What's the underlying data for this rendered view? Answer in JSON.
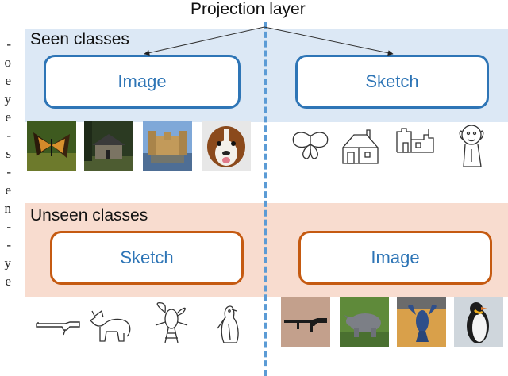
{
  "title": "Projection layer",
  "edge_text": [
    "-",
    "o",
    "e",
    "y",
    "e",
    "-",
    "s",
    "-",
    "e",
    "n",
    "-",
    "-",
    "y",
    "e"
  ],
  "seen": {
    "label": "Seen classes",
    "left_box": "Image",
    "right_box": "Sketch",
    "photos": [
      "butterfly-photo",
      "house-photo",
      "castle-photo",
      "dog-photo"
    ],
    "sketches": [
      "butterfly-sketch",
      "house-sketch",
      "castle-sketch",
      "dog-sketch"
    ]
  },
  "unseen": {
    "label": "Unseen classes",
    "left_box": "Sketch",
    "right_box": "Image",
    "sketches": [
      "rifle-sketch",
      "rhino-sketch",
      "lobster-sketch",
      "penguin-sketch"
    ],
    "photos": [
      "rifle-photo",
      "rhino-photo",
      "lobster-photo",
      "penguin-photo"
    ]
  },
  "colors": {
    "seen_band": "#dce8f5",
    "unseen_band": "#f8dccf",
    "blue": "#2e75b6",
    "orange": "#c55a11",
    "divider": "#5b9bd5"
  }
}
